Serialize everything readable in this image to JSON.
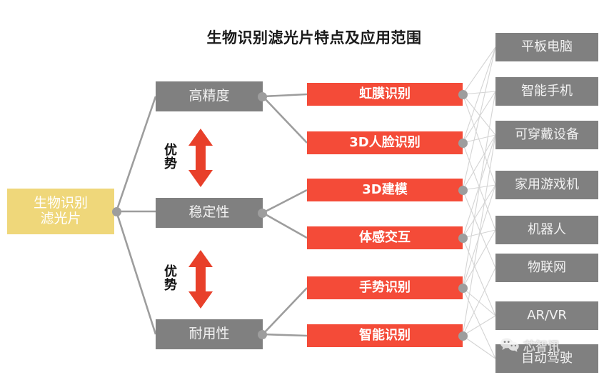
{
  "title": "生物识别滤光片特点及应用范围",
  "root": {
    "line1": "生物识别",
    "line2": "滤光片",
    "color": "#efd77a"
  },
  "features": [
    {
      "label": "高精度"
    },
    {
      "label": "稳定性"
    },
    {
      "label": "耐用性"
    }
  ],
  "advantages": [
    {
      "char1": "优",
      "char2": "势"
    },
    {
      "char1": "优",
      "char2": "势"
    }
  ],
  "applications": [
    {
      "label": "虹膜识别"
    },
    {
      "label": "3D人脸识别"
    },
    {
      "label": "3D建模"
    },
    {
      "label": "体感交互"
    },
    {
      "label": "手势识别"
    },
    {
      "label": "智能识别"
    }
  ],
  "use_cases": [
    {
      "label": "平板电脑"
    },
    {
      "label": "智能手机"
    },
    {
      "label": "可穿戴设备"
    },
    {
      "label": "家用游戏机"
    },
    {
      "label": "机器人"
    },
    {
      "label": "物联网"
    },
    {
      "label": "AR/VR"
    },
    {
      "label": "自动驾驶"
    }
  ],
  "watermark": {
    "text": "芯智讯"
  },
  "colors": {
    "feature_gray": "#808080",
    "application_red": "#f44b38",
    "root_yellow": "#efd77a",
    "connector_gray": "#9d9d9d",
    "arrow_red": "#e8402a",
    "background": "#ffffff"
  }
}
